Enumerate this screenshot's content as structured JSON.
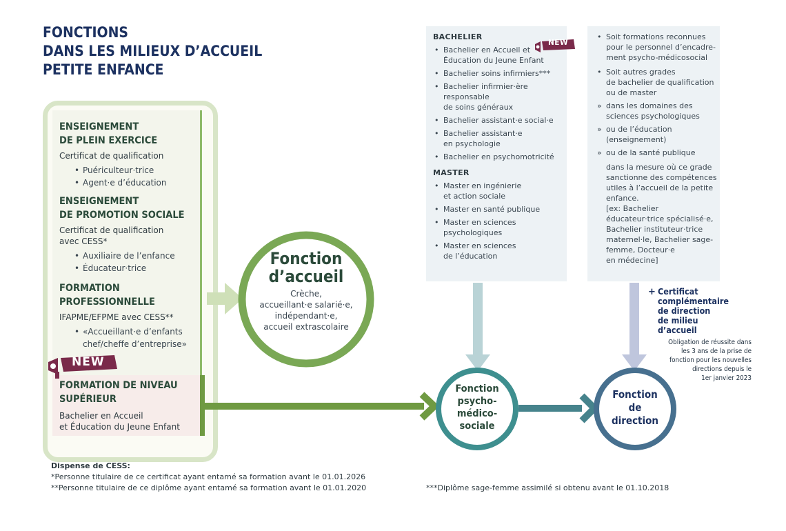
{
  "title": [
    "FONCTIONS",
    "DANS LES MILIEUX D’ACCUEIL",
    "PETITE ENFANCE"
  ],
  "left": {
    "sections": [
      {
        "heading": [
          "ENSEIGNEMENT",
          "DE PLEIN EXERCICE"
        ],
        "sub": "Certificat de qualification",
        "items": [
          "Puériculteur·trice",
          "Agent·e d’éducation"
        ]
      },
      {
        "heading": [
          "ENSEIGNEMENT",
          "DE PROMOTION SOCIALE"
        ],
        "sub": [
          "Certificat de qualification",
          "avec CESS*"
        ],
        "items": [
          "Auxiliaire de l’enfance",
          "Éducateur·trice"
        ]
      },
      {
        "heading": [
          "FORMATION",
          "PROFESSIONNELLE"
        ],
        "sub": "IFAPME/EFPME avec CESS**",
        "items": [
          "«Accueillant·e d’enfants",
          "chef/cheffe d’entreprise»"
        ]
      }
    ],
    "superior": {
      "heading": [
        "FORMATION DE NIVEAU",
        "SUPÉRIEUR"
      ],
      "lines": [
        "Bachelier en Accueil",
        "et Éducation du Jeune Enfant"
      ]
    }
  },
  "new_label": "NEW",
  "accueil": {
    "title": [
      "Fonction",
      "d’accueil"
    ],
    "lines": [
      "Crèche,",
      "accueillant·e salarié·e,",
      "indépendant·e,",
      "accueil extrascolaire"
    ]
  },
  "psycho": {
    "title": [
      "Fonction",
      "psycho-",
      "médico-",
      "sociale"
    ]
  },
  "direction": {
    "title": [
      "Fonction",
      "de",
      "direction"
    ]
  },
  "middle_panel": {
    "bachelier_head": "BACHELIER",
    "bachelier": [
      [
        "Bachelier en Accueil et",
        "Éducation du Jeune Enfant"
      ],
      [
        "Bachelier soins infirmiers***"
      ],
      [
        "Bachelier infirmier·ère",
        "responsable",
        "de soins généraux"
      ],
      [
        "Bachelier assistant·e social·e"
      ],
      [
        "Bachelier assistant·e",
        "en psychologie"
      ],
      [
        "Bachelier en psychomotricité"
      ]
    ],
    "master_head": "MASTER",
    "master": [
      [
        "Master en ingénierie",
        "et action sociale"
      ],
      [
        "Master en santé publique"
      ],
      [
        "Master en sciences",
        "psychologiques"
      ],
      [
        "Master en sciences",
        "de l’éducation"
      ]
    ]
  },
  "right_panel": {
    "b1": [
      "Soit formations reconnues",
      "pour le personnel d’encadre-",
      "ment psycho-médicosocial"
    ],
    "b2": [
      "Soit autres grades",
      "de bachelier de qualification",
      "ou de master"
    ],
    "r1": [
      "dans les domaines des",
      "sciences psychologiques"
    ],
    "r2": [
      "ou de l’éducation",
      "(enseignement)"
    ],
    "r3": [
      "ou de la santé publique"
    ],
    "tail": [
      "dans la mesure où ce grade",
      "sanctionne des compétences",
      "utiles à l’accueil de la petite",
      "enfance.",
      "[ex: Bachelier",
      "éducateur·trice spécialisé·e,",
      "Bachelier instituteur·trice",
      "maternel·le, Bachelier sage-",
      "femme, Docteur·e",
      "en médecine]"
    ]
  },
  "certificat": {
    "plus": "+",
    "title": [
      "Certificat",
      "complémentaire",
      "de direction",
      "de milieu",
      "d’accueil"
    ],
    "note": [
      "Obligation de réussite dans",
      "les 3 ans de la prise de",
      "fonction pour les nouvelles",
      "directions depuis le",
      "1er janvier 2023"
    ]
  },
  "footer": {
    "head": "Dispense de CESS:",
    "l1": "*Personne titulaire de ce certificat ayant entamé sa formation avant le 01.01.2026",
    "l2": "**Personne titulaire de ce diplôme ayant entamé sa formation avant le 01.01.2020",
    "l3": "***Diplôme sage-femme assimilé si obtenu avant le 01.10.2018"
  },
  "colors": {
    "navy": "#1c3160",
    "green": "#7aa855",
    "lightgreen": "#d8e5c7",
    "teal": "#3e8f8f",
    "steel": "#47708f",
    "maroon": "#7a2a4a"
  }
}
